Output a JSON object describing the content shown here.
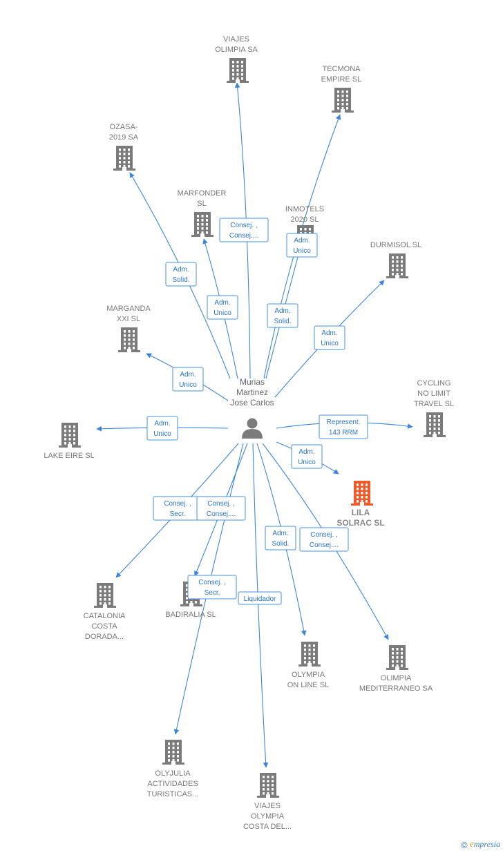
{
  "colors": {
    "edge": "#3d86d6",
    "building": "#7b7b7b",
    "building_highlight": "#f05a2b",
    "person": "#7b7b7b"
  },
  "center": {
    "lines": [
      "Murias",
      "Martinez",
      "Jose Carlos"
    ],
    "icon": "person-icon"
  },
  "nodes": [
    {
      "id": "viajes-olimpia",
      "lines": [
        "VIAJES",
        "OLIMPIA SA"
      ]
    },
    {
      "id": "tecmona",
      "lines": [
        "TECMONA",
        "EMPIRE  SL"
      ]
    },
    {
      "id": "ozasa",
      "lines": [
        "OZASA-",
        "2019 SA"
      ]
    },
    {
      "id": "marfonder",
      "lines": [
        "MARFONDER",
        "SL"
      ]
    },
    {
      "id": "inmotels",
      "lines": [
        "INMOTELS",
        "2020 SL"
      ]
    },
    {
      "id": "durmisol",
      "lines": [
        "DURMISOL  SL"
      ]
    },
    {
      "id": "marganda",
      "lines": [
        "MARGANDA",
        "XXI  SL"
      ]
    },
    {
      "id": "cycling",
      "lines": [
        "CYCLING",
        "NO LIMIT",
        "TRAVEL  SL"
      ]
    },
    {
      "id": "lake-eire",
      "lines": [
        "LAKE EIRE  SL"
      ]
    },
    {
      "id": "lila",
      "lines": [
        "LILA",
        "SOLRAC  SL"
      ],
      "highlight": true
    },
    {
      "id": "catalonia",
      "lines": [
        "CATALONIA",
        "COSTA",
        "DORADA..."
      ]
    },
    {
      "id": "badiralia",
      "lines": [
        "BADIRALIA  SL"
      ]
    },
    {
      "id": "olympia-online",
      "lines": [
        "OLYMPIA",
        "ON LINE SL"
      ]
    },
    {
      "id": "olimpia-med",
      "lines": [
        "OLIMPIA",
        "MEDITERRANEO SA"
      ]
    },
    {
      "id": "olyjulia",
      "lines": [
        "OLYJULIA",
        "ACTIVIDADES",
        "TURISTICAS..."
      ]
    },
    {
      "id": "viajes-olympia-costa",
      "lines": [
        "VIAJES",
        "OLYMPIA",
        "COSTA DEL..."
      ]
    }
  ],
  "edges": [
    {
      "to": "viajes-olimpia",
      "label": [
        "Consej. ,",
        "Consej...."
      ]
    },
    {
      "to": "tecmona",
      "label": [
        "Adm.",
        "Solid."
      ]
    },
    {
      "to": "ozasa",
      "label": [
        "Adm.",
        "Solid."
      ]
    },
    {
      "to": "marfonder",
      "label": [
        "Adm.",
        "Unico"
      ]
    },
    {
      "to": "inmotels",
      "label": [
        "Adm.",
        "Unico"
      ]
    },
    {
      "to": "durmisol",
      "label": [
        "Adm.",
        "Unico"
      ]
    },
    {
      "to": "marganda",
      "label": [
        "Adm.",
        "Unico"
      ]
    },
    {
      "to": "cycling",
      "label": [
        "Represent.",
        "143 RRM"
      ]
    },
    {
      "to": "lake-eire",
      "label": [
        "Adm.",
        "Unico"
      ]
    },
    {
      "to": "lila",
      "label": [
        "Adm.",
        "Unico"
      ]
    },
    {
      "to": "catalonia",
      "label": [
        "Consej. ,",
        "Secr."
      ]
    },
    {
      "to": "badiralia",
      "label": [
        "Consej. ,",
        "Consej...."
      ]
    },
    {
      "to": "olympia-online",
      "label": [
        "Adm.",
        "Solid."
      ]
    },
    {
      "to": "olimpia-med",
      "label": [
        "Consej. ,",
        "Consej...."
      ]
    },
    {
      "to": "olyjulia",
      "label": [
        "Consej. ,",
        "Secr."
      ]
    },
    {
      "to": "viajes-olympia-costa",
      "label": [
        "Liquidador"
      ]
    }
  ],
  "footer": {
    "copyright": "©",
    "brand_initial": "e",
    "brand_rest": "mpresia"
  }
}
